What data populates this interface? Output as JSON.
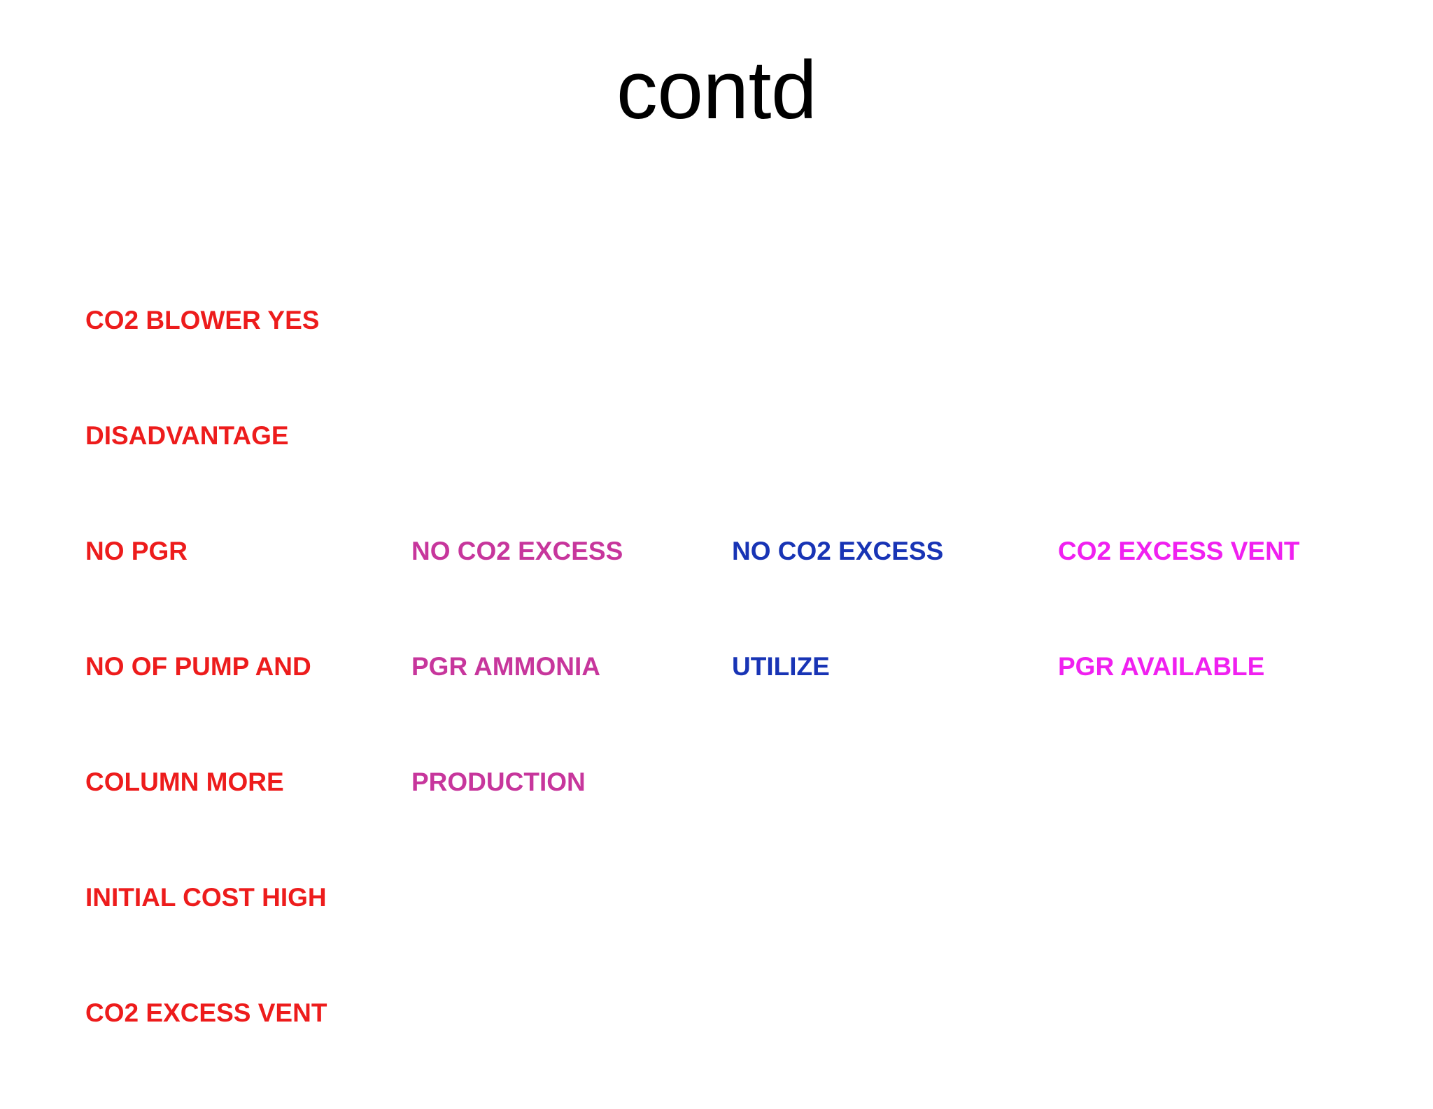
{
  "slide": {
    "title": "contd",
    "background_color": "#ffffff",
    "title_color": "#000000",
    "columns": [
      {
        "id": "column-1",
        "color": "#ED1C1C",
        "color_name": "red",
        "lines": [
          "CO2 BLOWER YES",
          "DISADVANTAGE",
          "NO PGR",
          "NO OF PUMP AND",
          "COLUMN MORE",
          "INITIAL COST HIGH",
          "CO2 EXCESS VENT"
        ]
      },
      {
        "id": "column-2",
        "color": "#C7369C",
        "color_name": "pink-magenta",
        "lines": [
          "NO CO2 EXCESS",
          "PGR AMMONIA",
          "PRODUCTION"
        ]
      },
      {
        "id": "column-3",
        "color": "#1834B5",
        "color_name": "blue",
        "lines": [
          "NO CO2 EXCESS",
          "UTILIZE"
        ]
      },
      {
        "id": "column-4",
        "color": "#F020F0",
        "color_name": "bright-magenta",
        "lines": [
          "CO2 EXCESS VENT",
          "PGR AVAILABLE"
        ]
      }
    ]
  }
}
